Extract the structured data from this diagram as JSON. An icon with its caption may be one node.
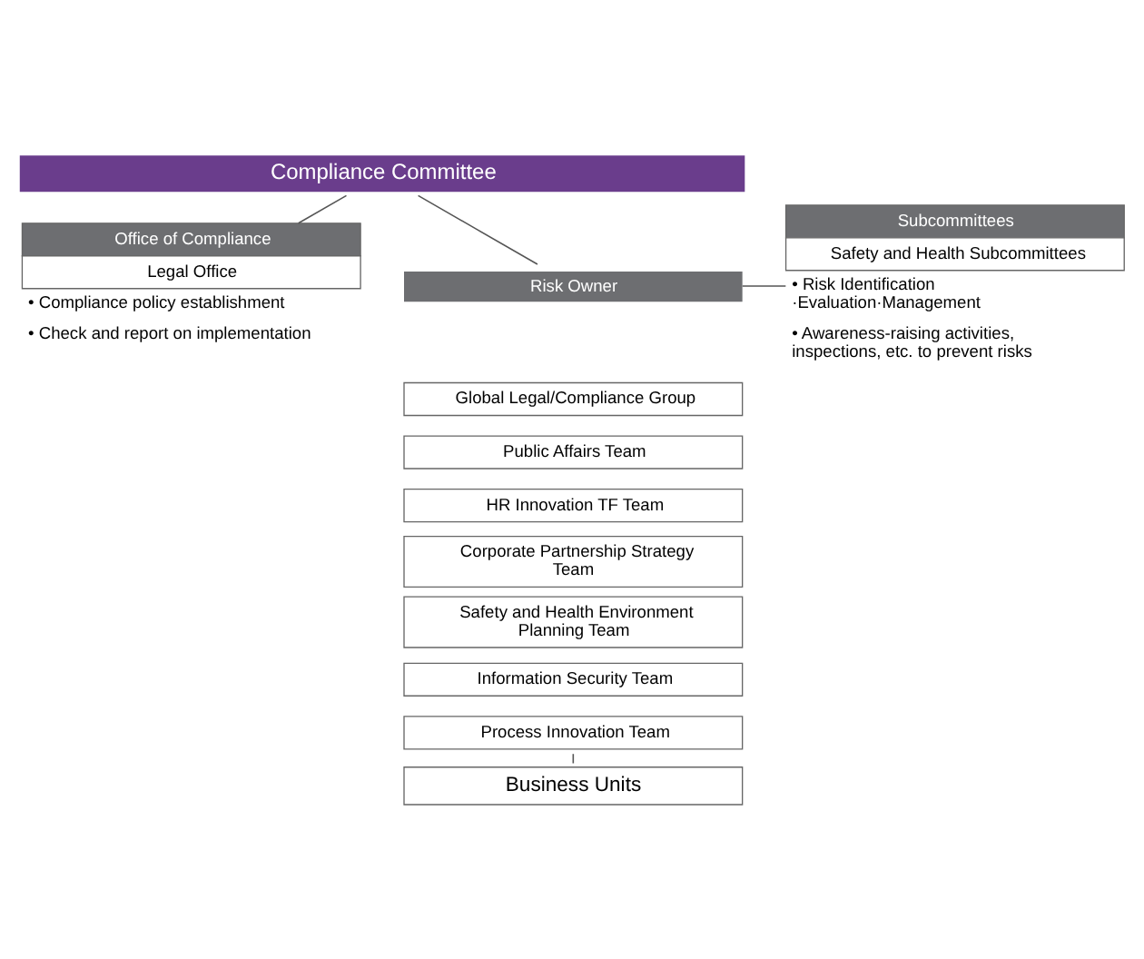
{
  "diagram": {
    "nodes": [
      {
        "text": [
          "Compliance Committee"
        ]
      },
      {
        "text": [
          "Office of Compliance",
          "Legal Office"
        ],
        "beside": [
          "• Compliance policy establishment",
          "• Check and report on implementation"
        ]
      },
      {
        "text": [
          "Risk Owner"
        ]
      },
      {
        "text": [
          "Global Legal/Compliance Group"
        ]
      },
      {
        "text": [
          "Public Affairs Team"
        ]
      },
      {
        "text": [
          "HR Innovation TF Team"
        ]
      },
      {
        "text": [
          "Corporate Partnership Strategy Team"
        ]
      },
      {
        "text": [
          "Safety and Health Environment Planning Team"
        ]
      },
      {
        "text": [
          "Information Security Team"
        ]
      },
      {
        "text": [
          "Process Innovation Team"
        ]
      },
      {
        "text": [
          "Subcommittees",
          "Safety and Health Subcommittees"
        ],
        "beside": [
          "• Risk Identification ·Evaluation·Management",
          "• Awareness-raising activities, inspections, etc. to prevent risks"
        ]
      },
      {
        "text": [
          "Business Units"
        ]
      }
    ],
    "edges": [
      {
        "from": 0,
        "to": 2,
        "arrow": "none"
      },
      {
        "from": 0,
        "to": 1,
        "arrow": "none"
      },
      {
        "from": 2,
        "to": 10,
        "arrow": "none"
      },
      {
        "from": 9,
        "to": 11,
        "arrow": "none"
      }
    ]
  }
}
